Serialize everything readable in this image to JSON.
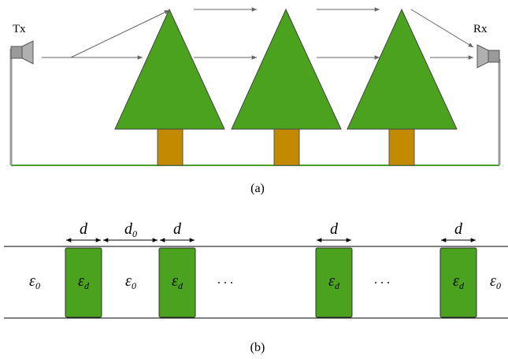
{
  "panel_a": {
    "transmitter_label": "Tx",
    "receiver_label": "Rx",
    "caption": "(a)",
    "tree_count": 3,
    "colors": {
      "canopy": "#4aa21e",
      "trunk": "#c38a00",
      "antenna": "#9a9a9a",
      "ray": "#666666",
      "ground": "#4d9a2e"
    }
  },
  "panel_b": {
    "caption": "(b)",
    "slab_width_label": "d",
    "gap_label_base": "d",
    "gap_label_sub": "0",
    "eps_symbol": "ε",
    "eps_free_sub": "0",
    "eps_slab_sub": "d",
    "ellipsis": ". . .",
    "colors": {
      "slab": "#4aa21e"
    }
  }
}
